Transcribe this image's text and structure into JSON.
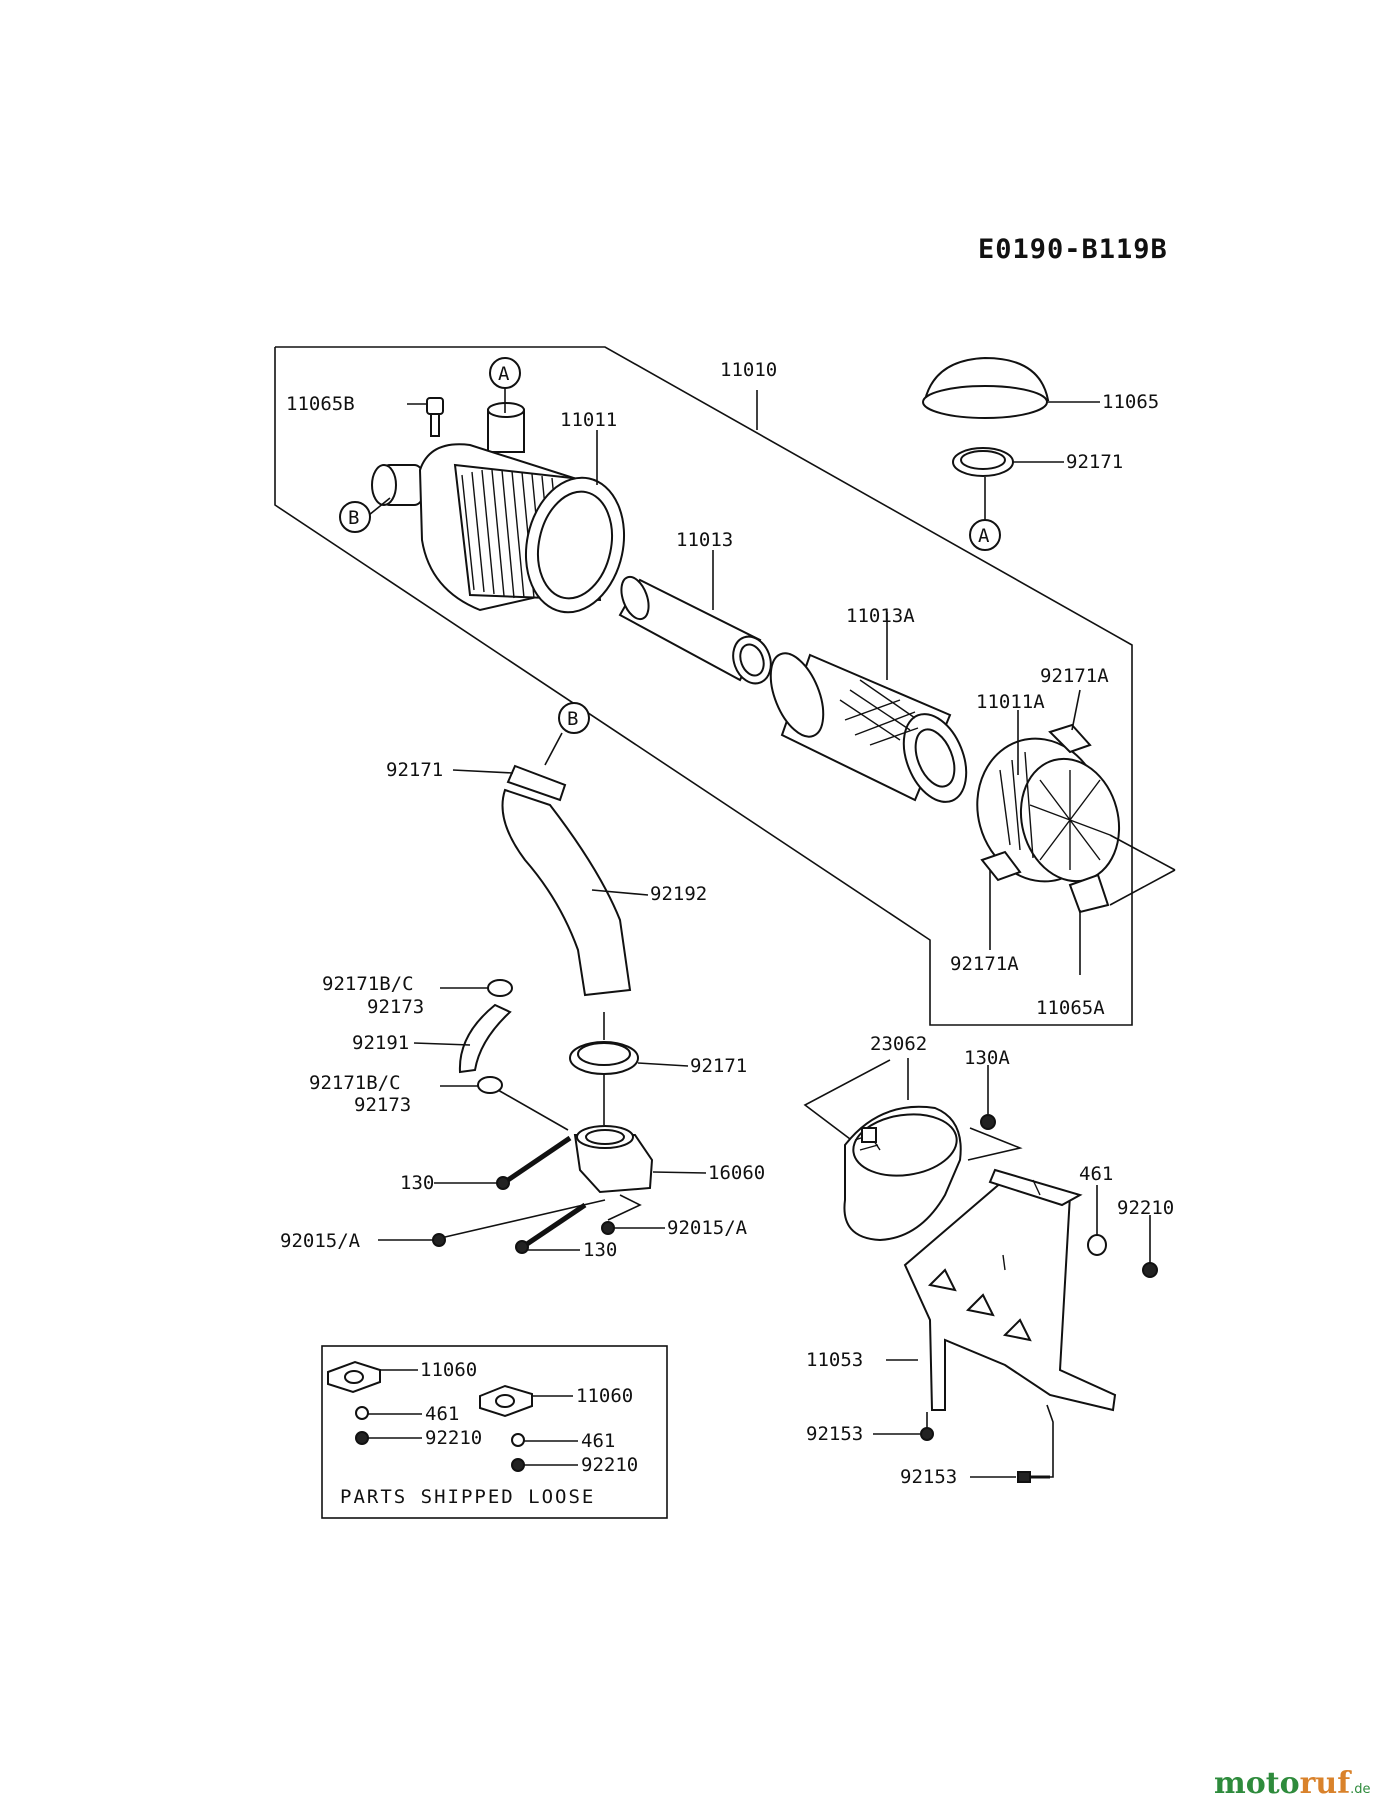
{
  "diagram": {
    "code": "E0190-B119B",
    "loose_parts_note": "PARTS SHIPPED LOOSE",
    "callouts": {
      "p11010": "11010",
      "p11065B": "11065B",
      "p11011": "11011",
      "p11065": "11065",
      "p92171_top": "92171",
      "p11013": "11013",
      "p11013A": "11013A",
      "p92171A_top": "92171A",
      "p11011A": "11011A",
      "p92171_hose": "92171",
      "p92192": "92192",
      "p92171A_bot": "92171A",
      "p11065A": "11065A",
      "p92171BC_1": "92171B/C",
      "p92173_1": "92173",
      "p92191": "92191",
      "p92171_clamp": "92171",
      "p92171BC_2": "92171B/C",
      "p92173_2": "92173",
      "p23062": "23062",
      "p130A": "130A",
      "p130_a": "130",
      "p16060": "16060",
      "p461_r": "461",
      "p92210_r": "92210",
      "p92015A_l": "92015/A",
      "p92015A_r": "92015/A",
      "p130_b": "130",
      "p11053": "11053",
      "p11060_a": "11060",
      "p11060_b": "11060",
      "p461_a": "461",
      "p92210_a": "92210",
      "p461_b": "461",
      "p92210_b": "92210",
      "p92153_a": "92153",
      "p92153_b": "92153"
    },
    "connectors": {
      "a_top": "A",
      "a_right": "A",
      "b_left": "B",
      "b_hose": "B"
    }
  },
  "watermark": {
    "part_a": "moto",
    "part_b": "ruf",
    "part_c": ".de"
  }
}
